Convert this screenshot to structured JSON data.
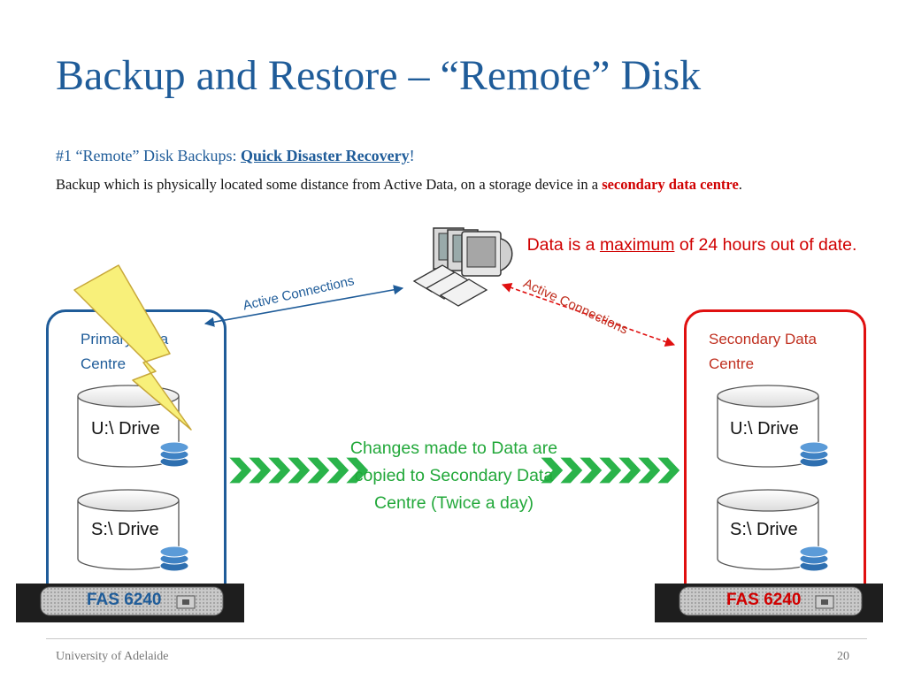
{
  "title": "Backup and Restore – “Remote” Disk",
  "subheading": {
    "prefix": "#1 “Remote” Disk Backups: ",
    "emphasis": "Quick Disaster Recovery",
    "suffix": "!"
  },
  "body": {
    "text": "Backup which is physically located some distance from Active Data, on a storage device in a ",
    "highlight": "secondary data centre",
    "end": "."
  },
  "note": {
    "prefix": "Data is a ",
    "underlined": "maximum",
    "suffix": " of 24 hours out of date."
  },
  "connections": {
    "left_label": "Active Connections",
    "right_label": "Active Connections"
  },
  "primary_dc": {
    "label": "Primary Data Centre",
    "drive_u": "U:\\ Drive",
    "drive_s": "S:\\ Drive",
    "device": "FAS 6240"
  },
  "secondary_dc": {
    "label": "Secondary Data Centre",
    "drive_u": "U:\\ Drive",
    "drive_s": "S:\\ Drive",
    "device": "FAS 6240"
  },
  "replication_text": "Changes made to Data are copied to Secondary Data Centre (Twice a day)",
  "footer": {
    "institution": "University of Adelaide",
    "page_number": "20"
  },
  "colors": {
    "title_blue": "#1f5c99",
    "highlight_red": "#d00000",
    "replication_green": "#22a83a",
    "lightning_yellow": "#f8f07a"
  },
  "icons": [
    "workstation-cluster-icon",
    "lightning-bolt-icon",
    "database-stack-icon",
    "chevron-arrows-icon",
    "storage-appliance-icon"
  ]
}
